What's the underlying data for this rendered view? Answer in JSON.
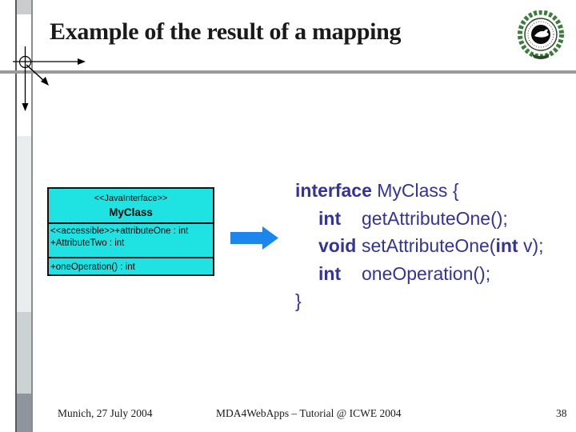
{
  "header": {
    "title": "Example of the result of a mapping"
  },
  "logo": {
    "label": "university-seal"
  },
  "uml": {
    "stereotype": "<<JavaInterface>>",
    "name": "MyClass",
    "attributes": [
      "<<accessible>>+attributeOne : int",
      "+AttributeTwo : int"
    ],
    "operations": [
      "+oneOperation() : int"
    ]
  },
  "code": {
    "lines": [
      {
        "indent": 0,
        "segments": [
          {
            "text": "interface",
            "bold": true
          },
          {
            "text": " MyClass {",
            "bold": false
          }
        ]
      },
      {
        "indent": 1,
        "segments": [
          {
            "text": "int",
            "bold": true,
            "col": true
          },
          {
            "text": "getAttributeOne();",
            "bold": false
          }
        ]
      },
      {
        "indent": 1,
        "segments": [
          {
            "text": "void",
            "bold": true,
            "col": true
          },
          {
            "text": "setAttributeOne(",
            "bold": false
          },
          {
            "text": "int",
            "bold": true
          },
          {
            "text": " v);",
            "bold": false
          }
        ]
      },
      {
        "indent": 1,
        "segments": [
          {
            "text": "int",
            "bold": true,
            "col": true
          },
          {
            "text": "oneOperation();",
            "bold": false
          }
        ]
      },
      {
        "indent": 0,
        "segments": [
          {
            "text": "}",
            "bold": false
          }
        ]
      }
    ]
  },
  "footer": {
    "left": "Munich, 27 July 2004",
    "center": "MDA4WebApps – Tutorial @ ICWE 2004",
    "page": "38"
  },
  "colors": {
    "uml_fill": "#1FE2E2",
    "uml_border": "#101010",
    "code_color": "#333399",
    "arrow_color": "#1C86EC",
    "rule_color": "#9A9A9A",
    "text_color": "#1A1A1A",
    "bar_seg1": "#C9CDCD",
    "bar_seg2": "#FFFFFF",
    "bar_seg3": "#E9EDED",
    "bar_seg4": "#CCD1D4",
    "bar_seg5": "#8F959C",
    "bar_border_left": "#58595B",
    "bar_border_right": "#8A8D90",
    "logo_green": "#3E7C3C",
    "logo_ring": "#274D27"
  }
}
